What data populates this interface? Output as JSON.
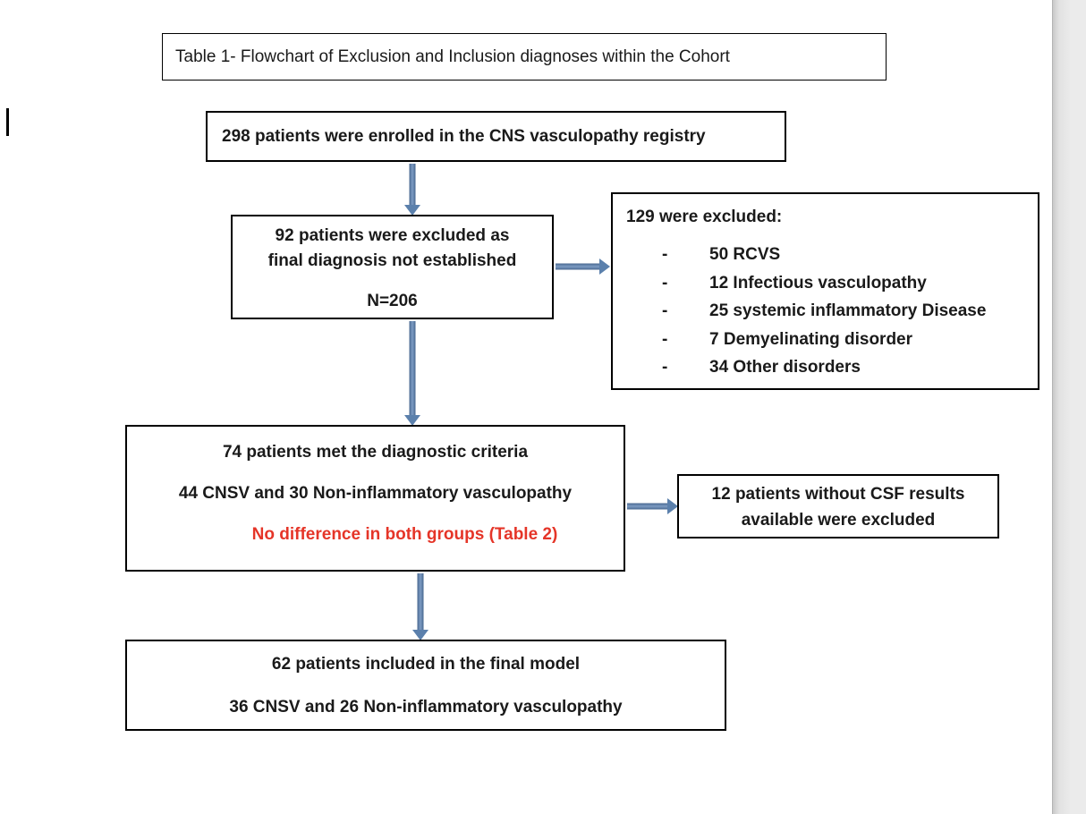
{
  "page": {
    "title": "Table 1- Flowchart of Exclusion and Inclusion diagnoses within the Cohort"
  },
  "flowchart": {
    "enrolled_box": {
      "text": "298 patients were enrolled in the CNS vasculopathy registry"
    },
    "not_established_box": {
      "line1": "92 patients were excluded as",
      "line2": "final diagnosis not established",
      "n_label": "N=206"
    },
    "excluded_list": {
      "heading": "129 were excluded:",
      "bullet": "-",
      "items": [
        "50 RCVS",
        "12 Infectious vasculopathy",
        "25 systemic inflammatory Disease",
        "7 Demyelinating disorder",
        "34 Other disorders"
      ]
    },
    "criteria_box": {
      "line1": "74 patients met the diagnostic criteria",
      "line2": "44 CNSV and 30 Non-inflammatory vasculopathy",
      "line3": "No difference in both groups (Table 2)"
    },
    "csf_box": {
      "line1": "12 patients without CSF results",
      "line2": "available were excluded"
    },
    "final_box": {
      "line1": "62 patients included in the final model",
      "line2": "36 CNSV and 26 Non-inflammatory vasculopathy"
    }
  },
  "colors": {
    "red": "#e53528",
    "arrowFill": "#7d9cc3",
    "arrowEdge": "#48678f",
    "arrowHead": "#5b80ac",
    "boxBorder": "#000000"
  }
}
